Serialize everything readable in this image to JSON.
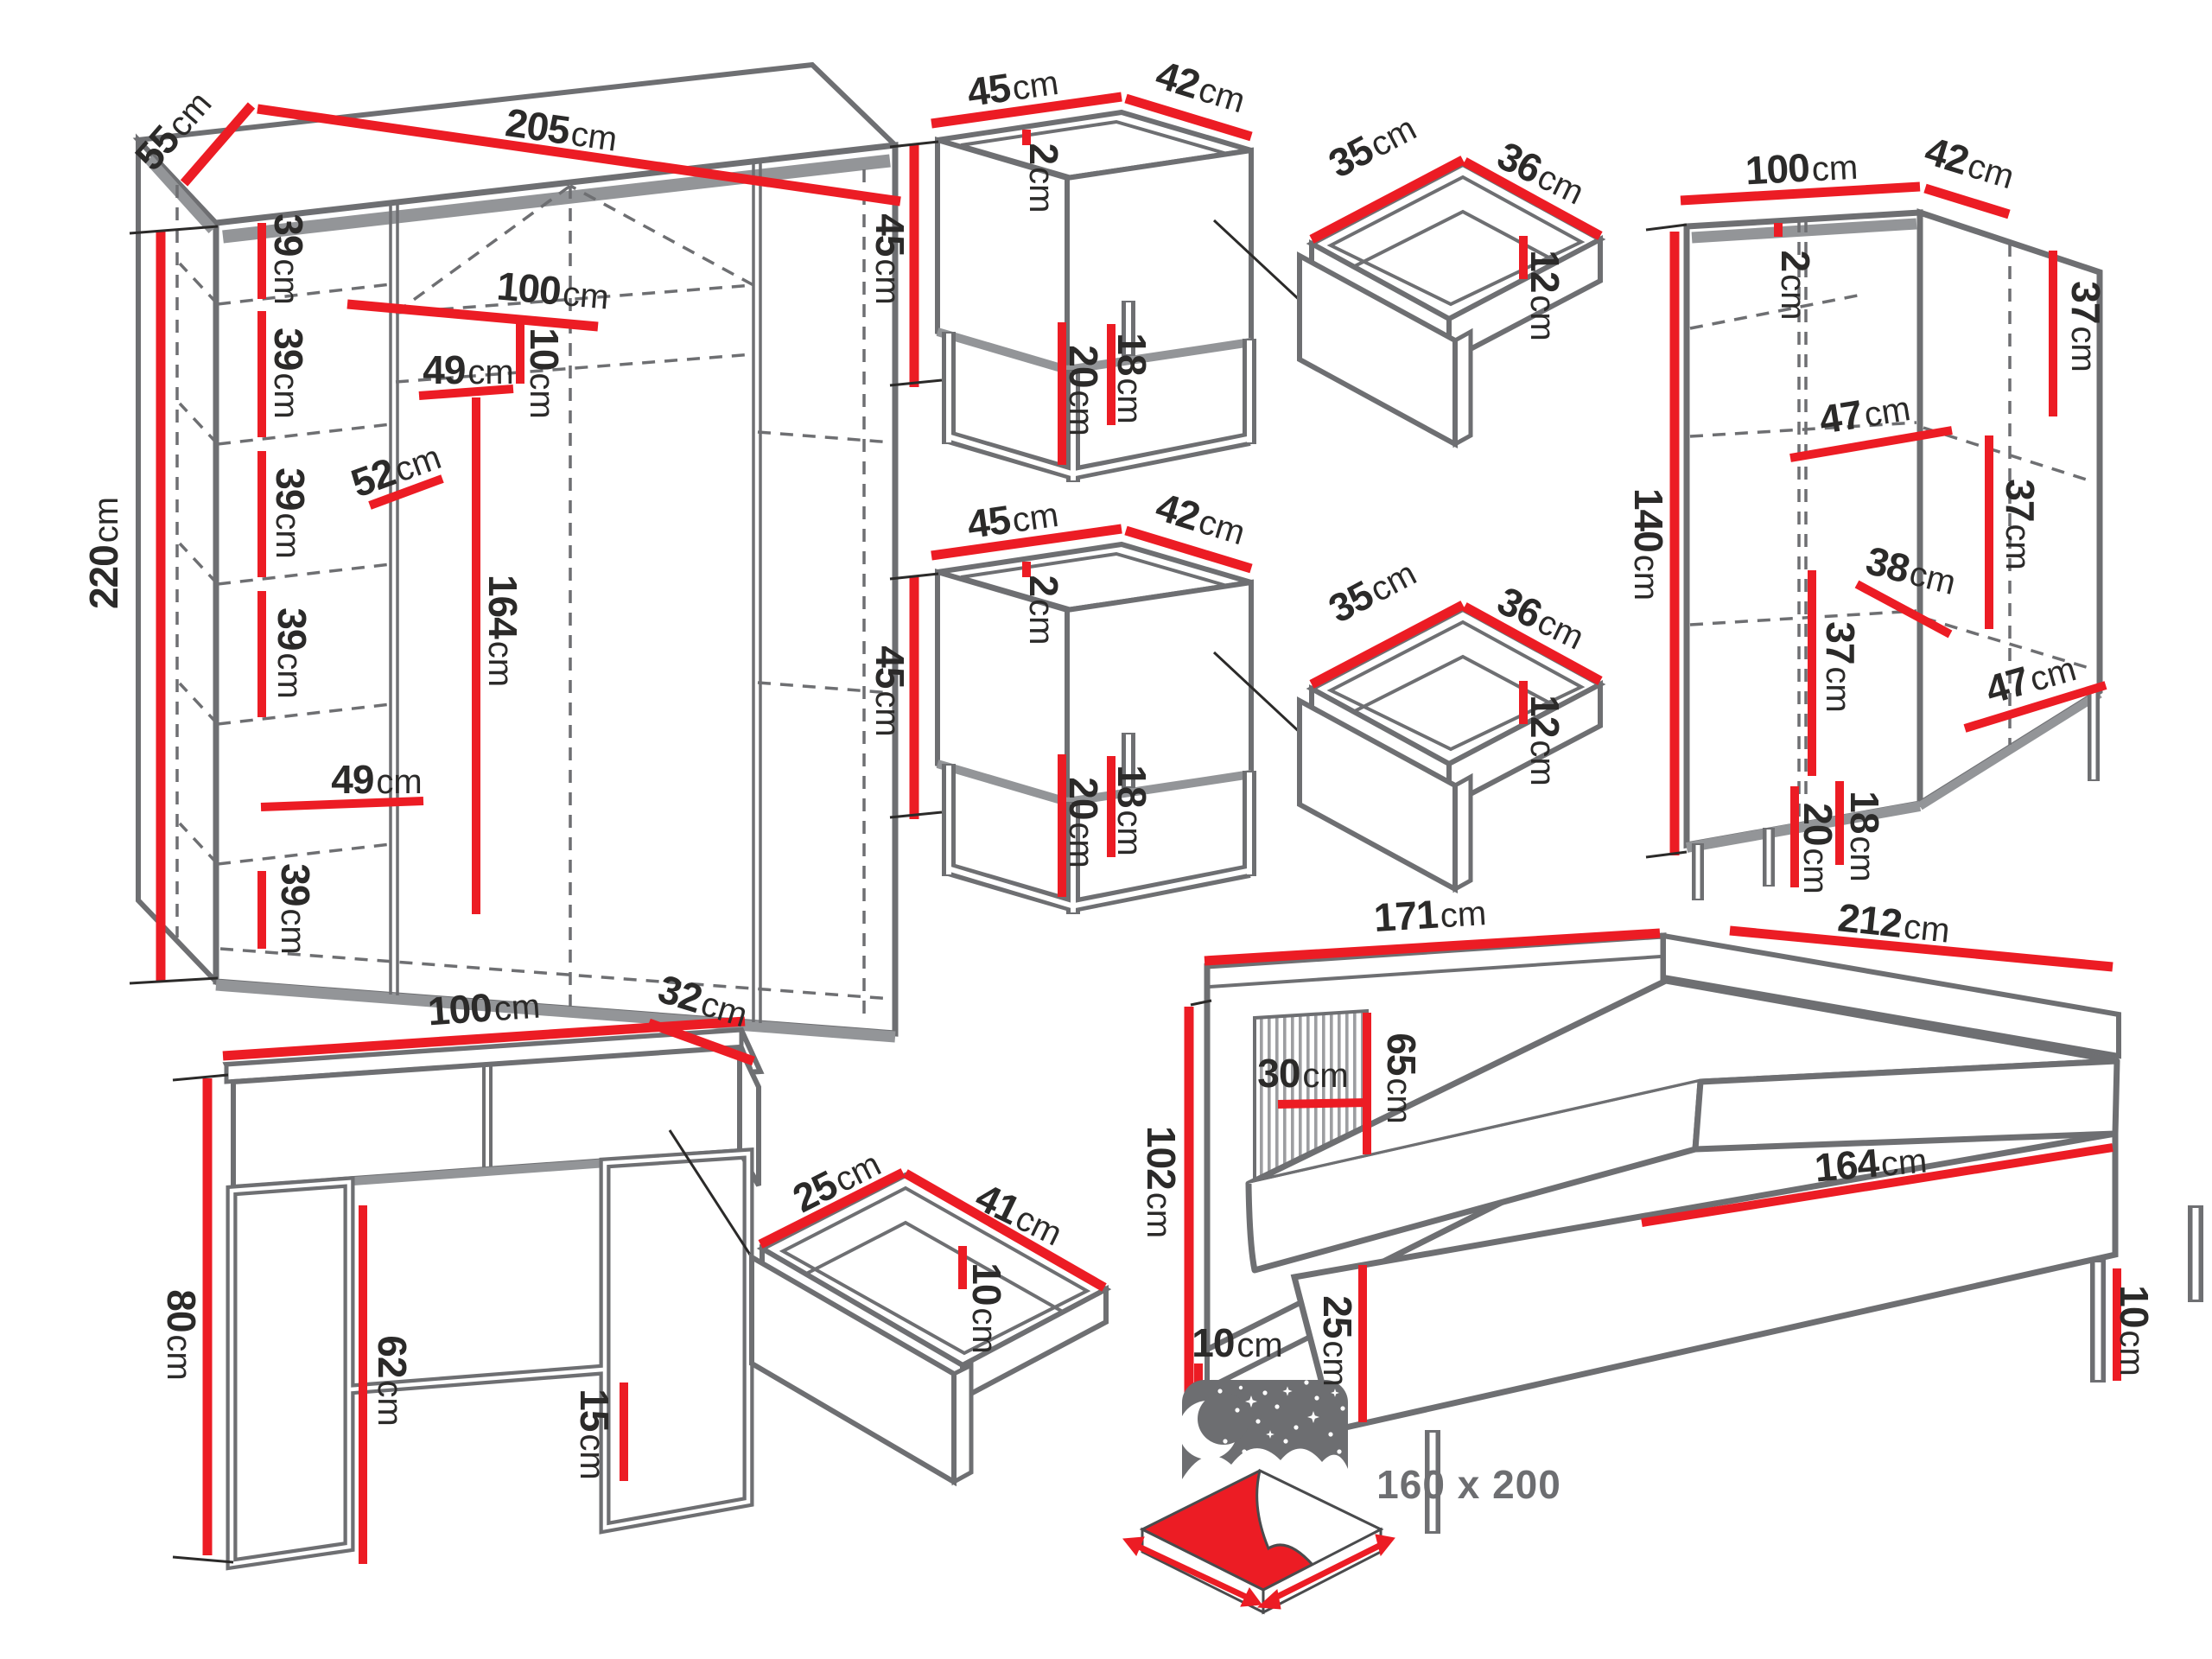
{
  "colors": {
    "red": "#ec1c24",
    "gray": "#6e6f72",
    "shadow": "#939598",
    "text": "#2b2a29",
    "icon_gray": "#6d6e71"
  },
  "wardrobe": {
    "width": {
      "v": "205",
      "u": "cm"
    },
    "depth": {
      "v": "55",
      "u": "cm"
    },
    "height": {
      "v": "220",
      "u": "cm"
    },
    "shelf1": {
      "v": "39",
      "u": "cm"
    },
    "shelf2": {
      "v": "39",
      "u": "cm"
    },
    "shelf3": {
      "v": "39",
      "u": "cm"
    },
    "shelf4": {
      "v": "39",
      "u": "cm"
    },
    "shelf5": {
      "v": "39",
      "u": "cm"
    },
    "left_section": {
      "v": "49",
      "u": "cm"
    },
    "right_section": {
      "v": "49",
      "u": "cm"
    },
    "interior_depth": {
      "v": "52",
      "u": "cm"
    },
    "middle_width": {
      "v": "100",
      "u": "cm"
    },
    "top_gap": {
      "v": "10",
      "u": "cm"
    },
    "rod_height": {
      "v": "164",
      "u": "cm"
    }
  },
  "nightstand1": {
    "width": {
      "v": "45",
      "u": "cm"
    },
    "depth": {
      "v": "42",
      "u": "cm"
    },
    "height": {
      "v": "45",
      "u": "cm"
    },
    "top_thickness": {
      "v": "2",
      "u": "cm"
    },
    "front_leg": {
      "v": "20",
      "u": "cm"
    },
    "back_leg": {
      "v": "18",
      "u": "cm"
    }
  },
  "nightstand2": {
    "width": {
      "v": "45",
      "u": "cm"
    },
    "depth": {
      "v": "42",
      "u": "cm"
    },
    "height": {
      "v": "45",
      "u": "cm"
    },
    "top_thickness": {
      "v": "2",
      "u": "cm"
    },
    "front_leg": {
      "v": "20",
      "u": "cm"
    },
    "back_leg": {
      "v": "18",
      "u": "cm"
    }
  },
  "drawer1": {
    "width": {
      "v": "35",
      "u": "cm"
    },
    "depth": {
      "v": "36",
      "u": "cm"
    },
    "height": {
      "v": "12",
      "u": "cm"
    }
  },
  "drawer2": {
    "width": {
      "v": "35",
      "u": "cm"
    },
    "depth": {
      "v": "36",
      "u": "cm"
    },
    "height": {
      "v": "12",
      "u": "cm"
    }
  },
  "cabinet": {
    "width": {
      "v": "100",
      "u": "cm"
    },
    "depth": {
      "v": "42",
      "u": "cm"
    },
    "height": {
      "v": "140",
      "u": "cm"
    },
    "top_thickness": {
      "v": "2",
      "u": "cm"
    },
    "upper_right_shelf": {
      "v": "37",
      "u": "cm"
    },
    "upper_shelf_width": {
      "v": "47",
      "u": "cm"
    },
    "middle_right_shelf": {
      "v": "37",
      "u": "cm"
    },
    "middle_shelf_width": {
      "v": "38",
      "u": "cm"
    },
    "lower_left_shelf": {
      "v": "37",
      "u": "cm"
    },
    "lower_shelf_width": {
      "v": "47",
      "u": "cm"
    },
    "front_leg": {
      "v": "20",
      "u": "cm"
    },
    "back_leg": {
      "v": "18",
      "u": "cm"
    }
  },
  "console": {
    "width": {
      "v": "100",
      "u": "cm"
    },
    "depth": {
      "v": "32",
      "u": "cm"
    },
    "height": {
      "v": "80",
      "u": "cm"
    },
    "clearance": {
      "v": "62",
      "u": "cm"
    },
    "stretcher_height": {
      "v": "15",
      "u": "cm"
    }
  },
  "console_drawer": {
    "width": {
      "v": "25",
      "u": "cm"
    },
    "depth": {
      "v": "41",
      "u": "cm"
    },
    "height": {
      "v": "10",
      "u": "cm"
    }
  },
  "bed": {
    "headboard_width": {
      "v": "171",
      "u": "cm"
    },
    "side_length": {
      "v": "212",
      "u": "cm"
    },
    "headboard_height": {
      "v": "102",
      "u": "cm"
    },
    "panel_height": {
      "v": "65",
      "u": "cm"
    },
    "panel_width": {
      "v": "30",
      "u": "cm"
    },
    "base_height": {
      "v": "10",
      "u": "cm"
    },
    "frame_height": {
      "v": "25",
      "u": "cm"
    },
    "front_length": {
      "v": "164",
      "u": "cm"
    },
    "leg_height": {
      "v": "10",
      "u": "cm"
    },
    "mattress_size": "160 x 200"
  }
}
